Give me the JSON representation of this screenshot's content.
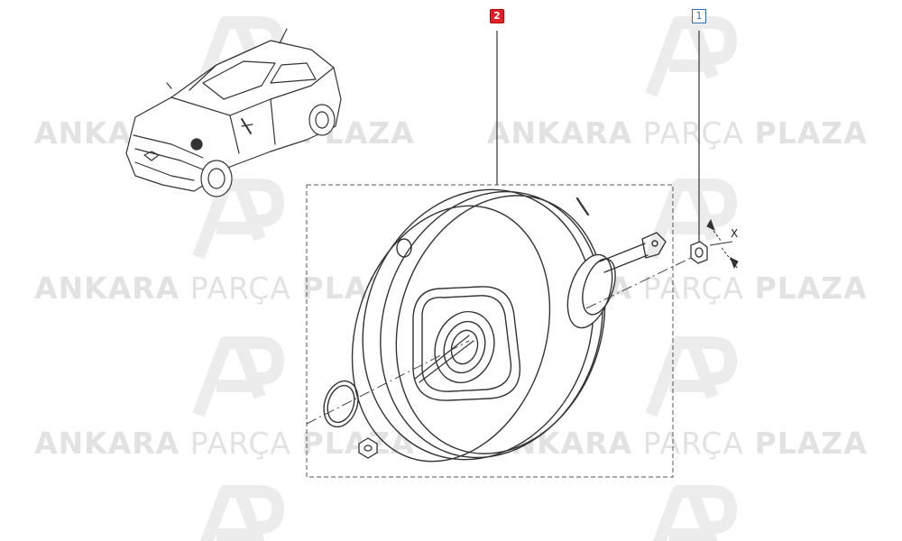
{
  "watermark": {
    "word_bold_1": "ANKARA",
    "word_light": "PARÇA",
    "word_bold_2": "PLAZA",
    "logo_icon": "ap-logo-icon",
    "color": "#e2e2e2"
  },
  "callouts": {
    "part_2": "2",
    "part_1": "1"
  },
  "dimension_label": "X",
  "colors": {
    "callout_red": "#e41e26",
    "callout_blue": "#2f6fbf",
    "line": "#333333"
  }
}
